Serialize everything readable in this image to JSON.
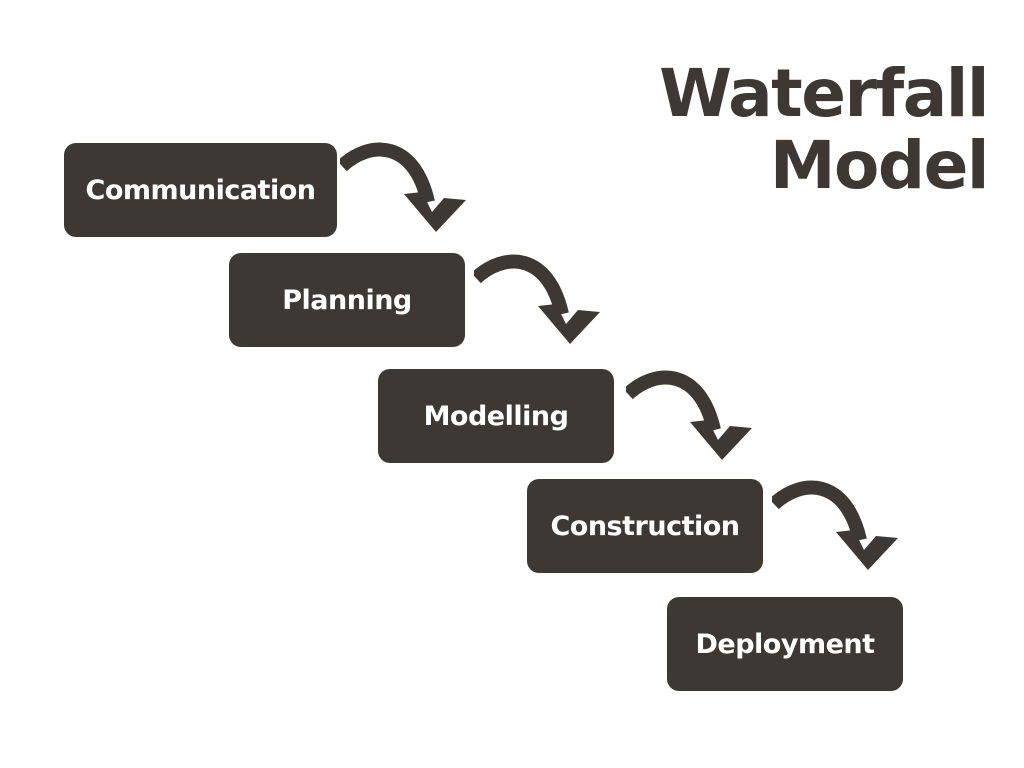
{
  "title": {
    "line1": "Waterfall",
    "line2": "Model"
  },
  "steps": [
    {
      "label": "Communication"
    },
    {
      "label": "Planning"
    },
    {
      "label": "Modelling"
    },
    {
      "label": "Construction"
    },
    {
      "label": "Deployment"
    }
  ],
  "colors": {
    "box": "#3d3833",
    "box_text": "#ffffff",
    "title": "#3d3833",
    "arrow": "#3d3833",
    "background": "#ffffff"
  },
  "icons": {
    "connector": "curved-arrow-icon"
  }
}
